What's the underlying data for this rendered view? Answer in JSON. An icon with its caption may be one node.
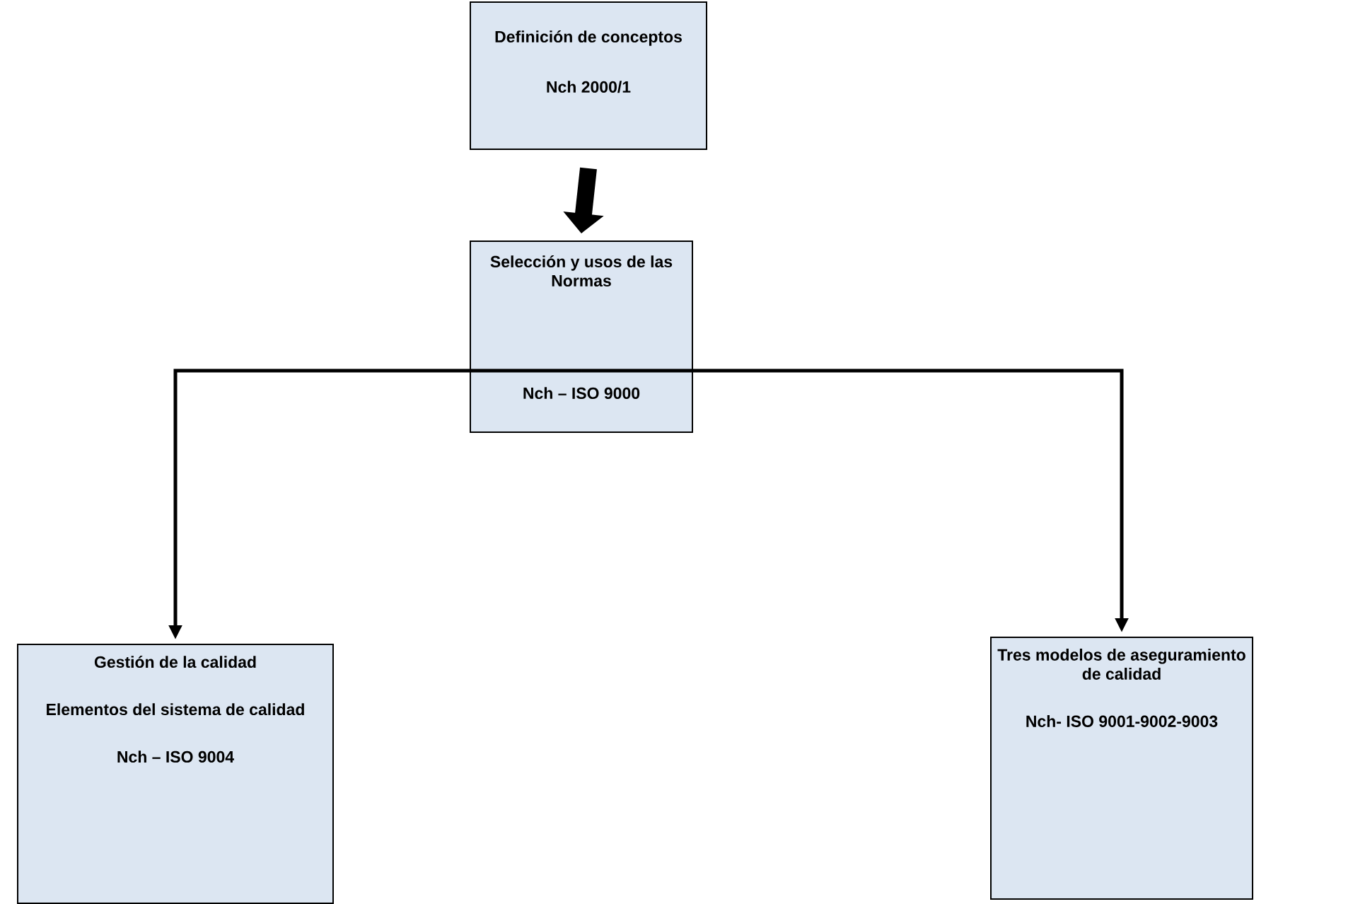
{
  "diagram": {
    "nodes": [
      {
        "text": [
          "Definición de conceptos",
          "Nch 2000/1"
        ]
      },
      {
        "text": [
          "Selección y usos de las Normas",
          "Nch – ISO 9000"
        ]
      },
      {
        "text": [
          "Gestión de la calidad",
          "Elementos del sistema de calidad",
          "Nch – ISO 9004"
        ]
      },
      {
        "text": [
          "Tres modelos de aseguramiento de calidad",
          "Nch- ISO 9001-9002-9003"
        ]
      }
    ],
    "edges": [
      {
        "from": 0,
        "to": 1,
        "arrow": "to",
        "style": "thick"
      },
      {
        "from": 1,
        "to": 2,
        "arrow": "to"
      },
      {
        "from": 1,
        "to": 3,
        "arrow": "to"
      }
    ]
  }
}
